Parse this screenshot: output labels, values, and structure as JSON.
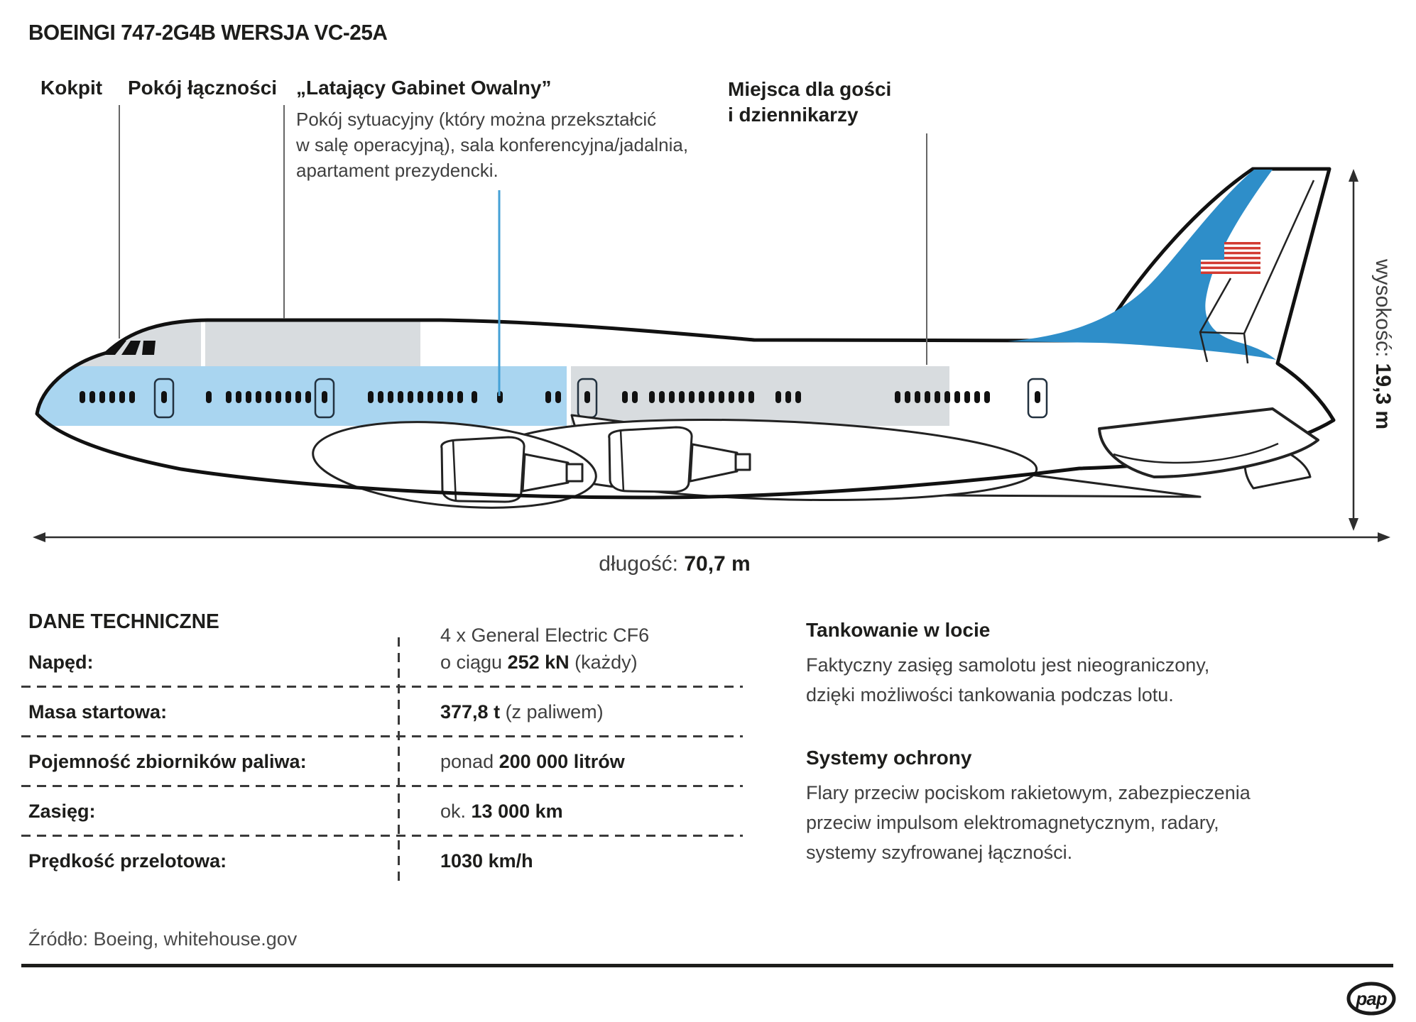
{
  "title": "BOEINGI 747-2G4B WERSJA VC-25A",
  "callouts": {
    "kokpit": "Kokpit",
    "lacznosci": "Pokój łączności",
    "gabinet": "„Latający Gabinet Owalny”",
    "gabinet_desc": [
      "Pokój sytuacyjny (który można przekształcić",
      "w salę operacyjną), sala konferencyjna/jadalnia,",
      "apartament prezydencki."
    ],
    "miejsca": [
      "Miejsca dla gości",
      "i dziennikarzy"
    ]
  },
  "dimensions": {
    "dlugosc_label": "długość: ",
    "dlugosc_value": "70,7 m",
    "wysokosc_label": "wysokość: ",
    "wysokosc_value": "19,3 m"
  },
  "table": {
    "header": "DANE TECHNICZNE",
    "rows": [
      {
        "label": "Napęd:",
        "value1": [
          {
            "t": "4 x General Electric CF6"
          }
        ],
        "value2": [
          {
            "t": "o ciągu "
          },
          {
            "t": "252 kN"
          },
          {
            "t": " (każdy)"
          }
        ]
      },
      {
        "label": "Masa startowa:",
        "value": [
          {
            "t": "377,8 t"
          },
          {
            "t": " (z paliwem)"
          }
        ]
      },
      {
        "label": "Pojemność zbiorników paliwa:",
        "value": [
          {
            "t": "ponad "
          },
          {
            "t": "200 000 litrów"
          }
        ]
      },
      {
        "label": "Zasięg:",
        "value": [
          {
            "t": "ok. "
          },
          {
            "t": "13 000 km"
          }
        ]
      },
      {
        "label": "Prędkość przelotowa:",
        "value": [
          {
            "t": "1030 km/h"
          }
        ]
      }
    ]
  },
  "info_sections": [
    {
      "title": "Tankowanie w locie",
      "lines": [
        "Faktyczny zasięg samolotu jest nieograniczony,",
        "dzięki możliwości tankowania podczas lotu."
      ]
    },
    {
      "title": "Systemy ochrony",
      "lines": [
        "Flary przeciw pociskom rakietowym, zabezpieczenia",
        "przeciw impulsom elektromagnetycznym, radary,",
        "systemy szyfrowanej łączności."
      ]
    }
  ],
  "footer": {
    "source": "Źródło: Boeing, whitehouse.gov",
    "agency": "pap"
  },
  "colors": {
    "fuselage_blue": "#a9d5f0",
    "tail_blue": "#2e8ec9",
    "flag_red": "#d23a31",
    "section_gray": "#d8dcdf",
    "callout_blue": "#45a1d6"
  }
}
